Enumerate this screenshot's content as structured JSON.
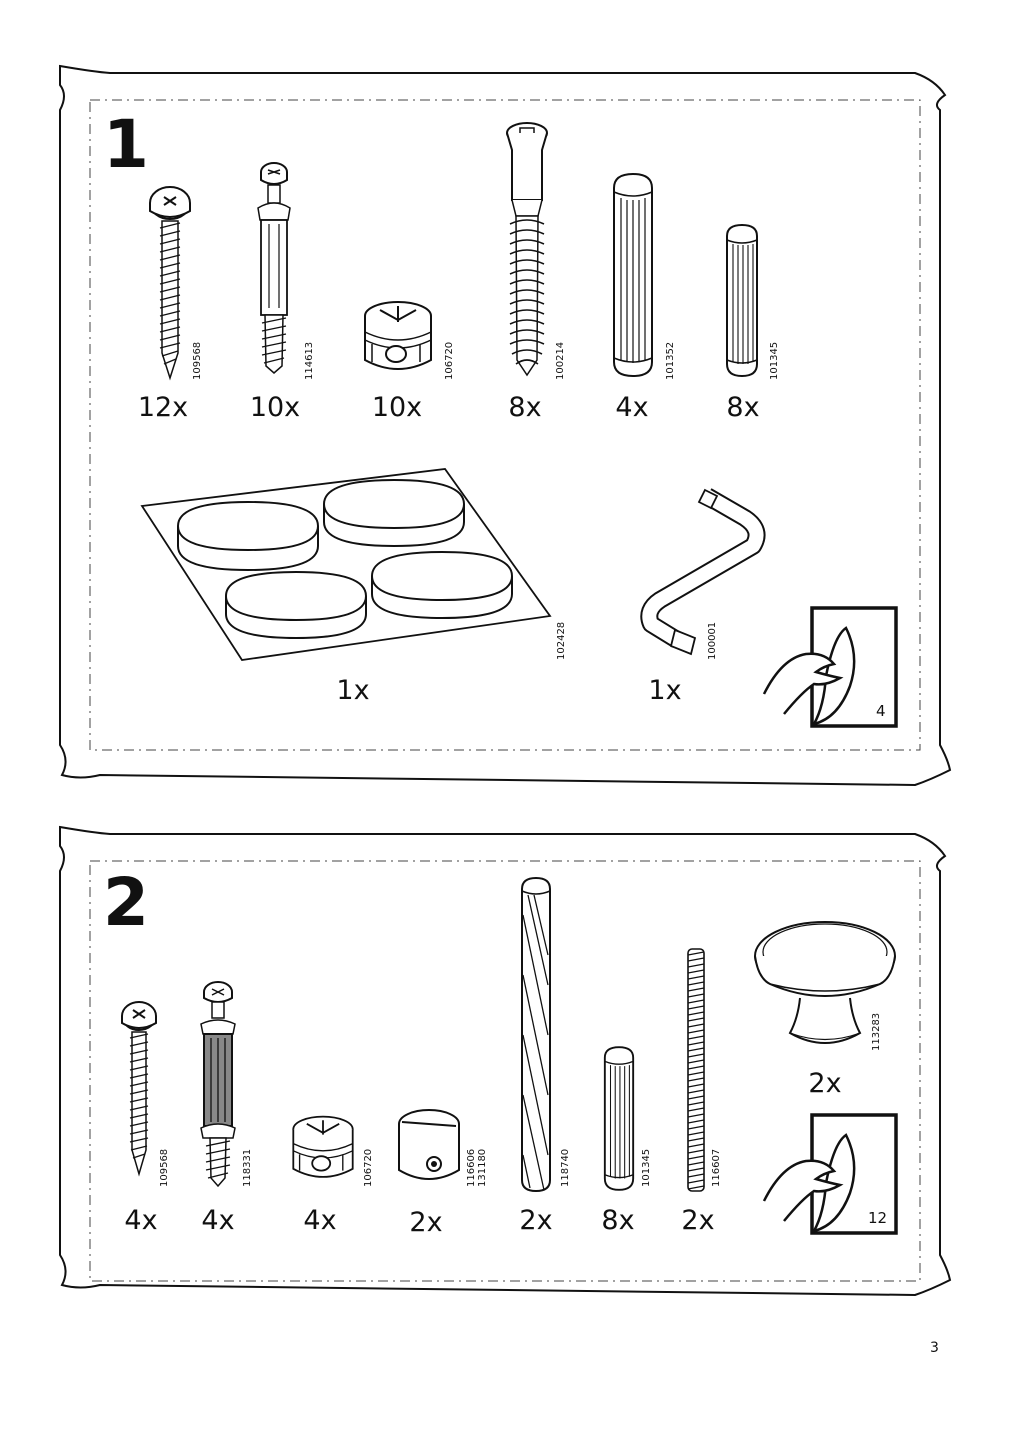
{
  "steps": [
    {
      "number": "1",
      "parts": [
        {
          "qty": "12x",
          "part_no": "109568"
        },
        {
          "qty": "10x",
          "part_no": "114613"
        },
        {
          "qty": "10x",
          "part_no": "106720"
        },
        {
          "qty": "8x",
          "part_no": "100214"
        },
        {
          "qty": "4x",
          "part_no": "101352"
        },
        {
          "qty": "8x",
          "part_no": "101345"
        },
        {
          "qty": "1x",
          "part_no": "102428"
        },
        {
          "qty": "1x",
          "part_no": "100001"
        }
      ],
      "page_ref": "4"
    },
    {
      "number": "2",
      "parts": [
        {
          "qty": "4x",
          "part_no": "109568"
        },
        {
          "qty": "4x",
          "part_no": "118331"
        },
        {
          "qty": "4x",
          "part_no": "106720"
        },
        {
          "qty": "2x",
          "part_no": "116606",
          "part_no_2": "131180"
        },
        {
          "qty": "2x",
          "part_no": "118740"
        },
        {
          "qty": "8x",
          "part_no": "101345"
        },
        {
          "qty": "2x",
          "part_no": "116607"
        },
        {
          "qty": "2x",
          "part_no": "113283"
        }
      ],
      "page_ref": "12"
    }
  ],
  "page_number": "3"
}
